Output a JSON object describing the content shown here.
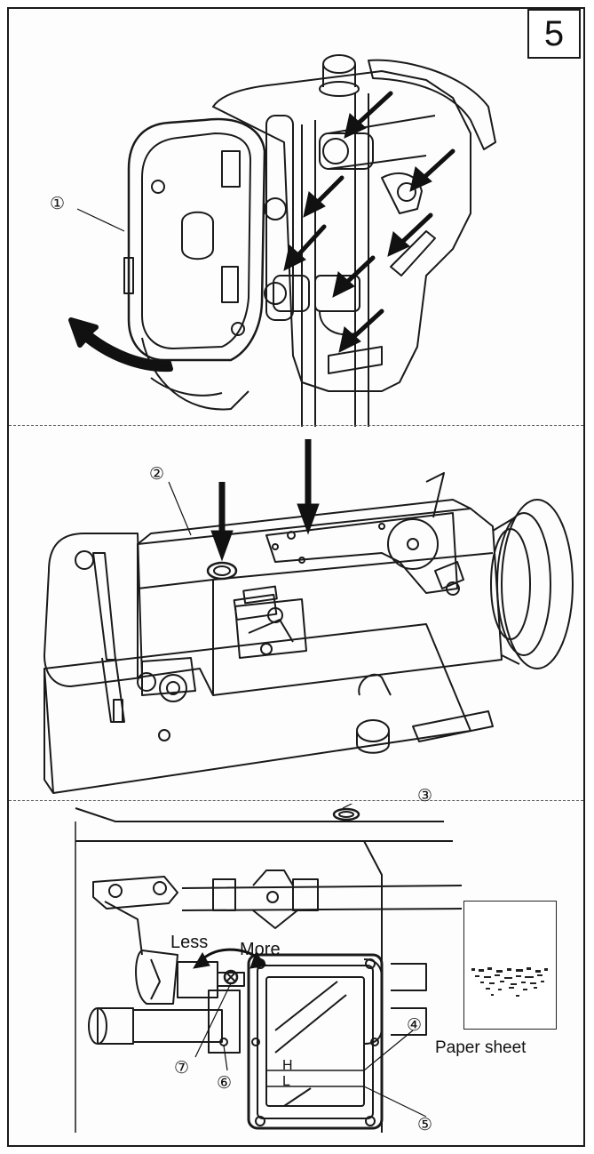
{
  "figure": {
    "step_number": "5",
    "callouts": [
      "①",
      "②",
      "③",
      "④",
      "⑤",
      "⑥",
      "⑦"
    ],
    "labels": {
      "less": "Less",
      "more": "More",
      "high": "H",
      "low": "L",
      "paper_sheet": "Paper sheet"
    },
    "icons": [
      "curved-arrow-icon",
      "down-arrow-icon",
      "double-arrow-icon"
    ]
  }
}
